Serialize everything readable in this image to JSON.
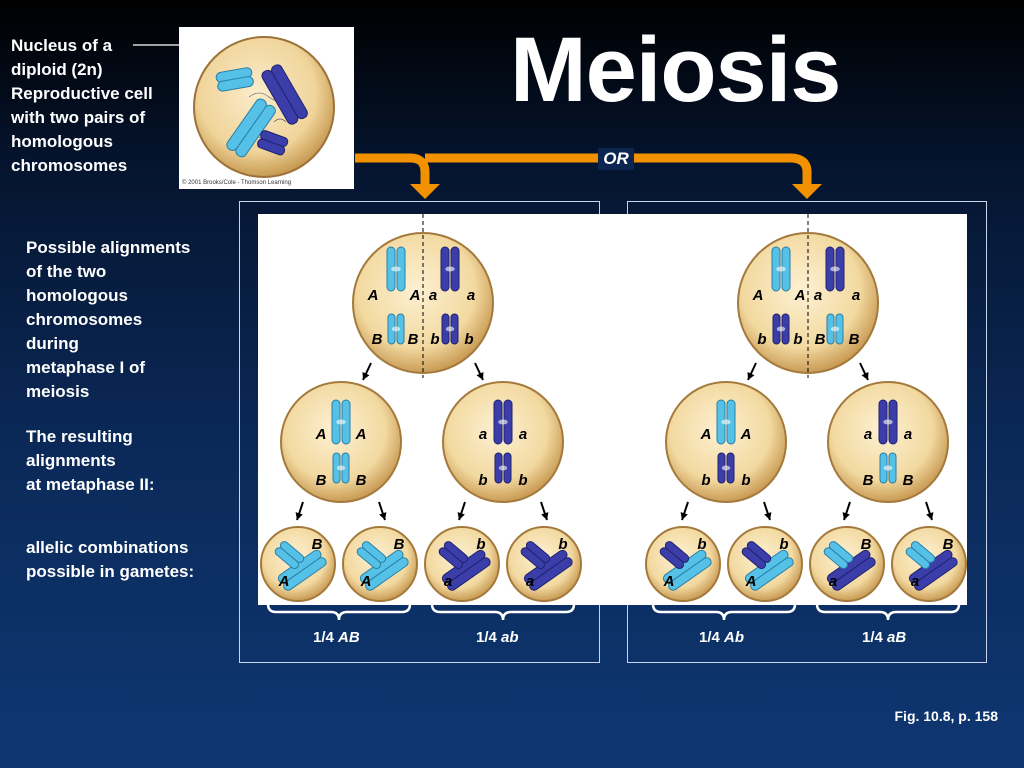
{
  "title": "Meiosis",
  "nucleus_label": "Nucleus of a\ndiploid (2n)\nReproductive cell\nwith two pairs of\nhomologous\nchromosomes",
  "alignments_label": "Possible alignments\nof the two\nhomologous\nchromosomes\nduring\nmetaphase I of\nmeiosis",
  "metaphase2_label": "The resulting\nalignments\nat metaphase II:",
  "gametes_label": "allelic combinations\npossible in gametes:",
  "or_label": "OR",
  "copyright": "© 2001 Brooks/Cole - Thomson Learning",
  "figure_ref": "Fig. 10.8, p. 158",
  "fractions": [
    {
      "prefix": "1/4 ",
      "combo": "AB"
    },
    {
      "prefix": "1/4 ",
      "combo": "ab"
    },
    {
      "prefix": "1/4 ",
      "combo": "Ab"
    },
    {
      "prefix": "1/4 ",
      "combo": "aB"
    }
  ],
  "colors": {
    "light_chromosome": "#55c1e6",
    "dark_chromosome": "#3b3ea8",
    "arrow_orange": "#f39200",
    "cell_fill": "#f2d9a0"
  },
  "left_scheme": {
    "metaphase1": {
      "top": [
        "A",
        "A",
        "a",
        "a"
      ],
      "bottom": [
        "B",
        "B",
        "b",
        "b"
      ]
    },
    "metaphase2": [
      {
        "top": [
          "A",
          "A"
        ],
        "bottom": [
          "B",
          "B"
        ]
      },
      {
        "top": [
          "a",
          "a"
        ],
        "bottom": [
          "b",
          "b"
        ]
      }
    ],
    "gametes": [
      {
        "upper": "B",
        "lower": "A"
      },
      {
        "upper": "B",
        "lower": "A"
      },
      {
        "upper": "b",
        "lower": "a"
      },
      {
        "upper": "b",
        "lower": "a"
      }
    ]
  },
  "right_scheme": {
    "metaphase1": {
      "top": [
        "A",
        "A",
        "a",
        "a"
      ],
      "bottom": [
        "b",
        "b",
        "B",
        "B"
      ]
    },
    "metaphase2": [
      {
        "top": [
          "A",
          "A"
        ],
        "bottom": [
          "b",
          "b"
        ]
      },
      {
        "top": [
          "a",
          "a"
        ],
        "bottom": [
          "B",
          "B"
        ]
      }
    ],
    "gametes": [
      {
        "upper": "b",
        "lower": "A"
      },
      {
        "upper": "b",
        "lower": "A"
      },
      {
        "upper": "B",
        "lower": "a"
      },
      {
        "upper": "B",
        "lower": "a"
      }
    ]
  }
}
